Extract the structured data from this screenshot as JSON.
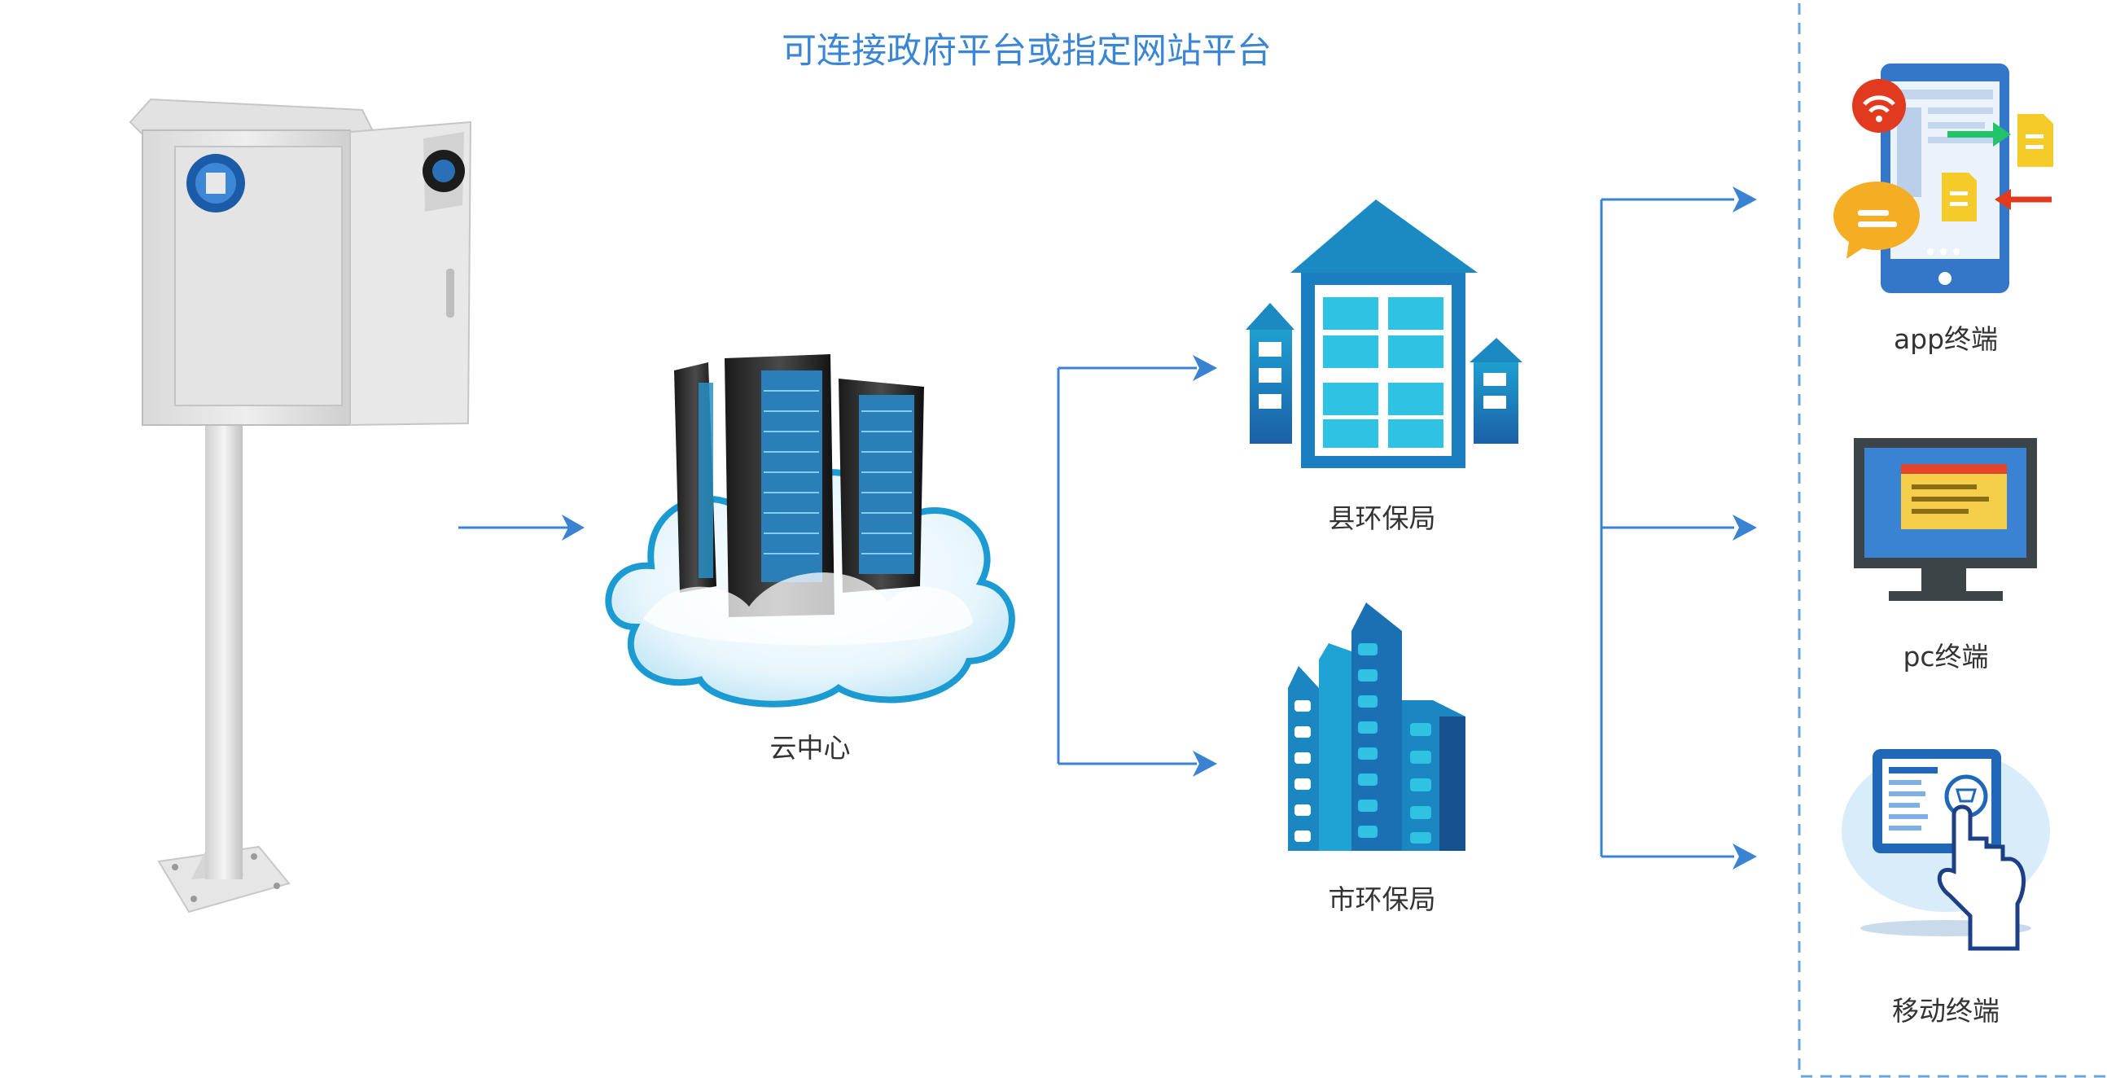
{
  "title": "可连接政府平台或指定网站平台",
  "nodes": {
    "cloud": "云中心",
    "county_epb": "县环保局",
    "city_epb": "市环保局",
    "app_terminal": "app终端",
    "pc_terminal": "pc终端",
    "mobile_terminal": "移动终端"
  },
  "colors": {
    "title": "#3a86d4",
    "arrow": "#3a82d2",
    "building_blue": "#1b8ac3",
    "building_light": "#2ec3e3",
    "dashed_border": "#6aa6da"
  },
  "icons": {
    "device": "monitoring-cabinet-icon",
    "cloud": "cloud-server-icon",
    "county": "office-building-icon",
    "city": "city-towers-icon",
    "app": "mobile-app-icon",
    "pc": "desktop-monitor-icon",
    "mobile": "tablet-touch-icon"
  }
}
